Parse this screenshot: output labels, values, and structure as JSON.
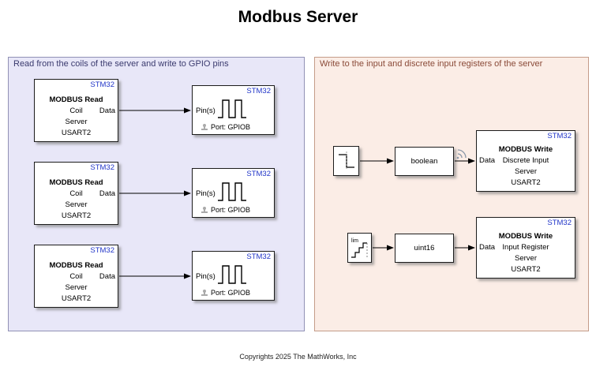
{
  "title": "Modbus Server",
  "copyright": "Copyrights 2025 The MathWorks, Inc",
  "regions": {
    "left": {
      "label": "Read from the coils of the server and write to GPIO pins"
    },
    "right": {
      "label": "Write to the input and discrete input registers of the server"
    }
  },
  "blocks": {
    "modbus_read": {
      "chip": "STM32",
      "title": "MODBUS Read",
      "input_port": "Coil",
      "output_port": "Data",
      "lines": {
        "server": "Server",
        "uart": "USART2"
      }
    },
    "gpio_write": {
      "chip": "STM32",
      "input_port": "Pin(s)",
      "port_text": "Port: GPIOB"
    },
    "boolean_cast": {
      "label": "boolean"
    },
    "uint16_cast": {
      "label": "uint16"
    },
    "modbus_write_discrete": {
      "chip": "STM32",
      "title": "MODBUS Write",
      "input_port": "Data",
      "register": "Discrete Input",
      "lines": {
        "server": "Server",
        "uart": "USART2"
      }
    },
    "modbus_write_input": {
      "chip": "STM32",
      "title": "MODBUS Write",
      "input_port": "Data",
      "register": "Input Register",
      "lines": {
        "server": "Server",
        "uart": "USART2"
      }
    },
    "limit_source": {
      "label": "lim"
    }
  },
  "icons": {
    "pulse_waveform": "pulse-waveform-icon",
    "stamp": "stamp-icon",
    "wireless": "wireless-icon",
    "step_waveform": "step-waveform-icon",
    "staircase_waveform": "staircase-waveform-icon"
  },
  "colors": {
    "chip_text": "#2135C8",
    "left_region_bg": "#E8E7F8",
    "right_region_bg": "#FBEDE6",
    "left_label_text": "#3A3A6E",
    "right_label_text": "#8A4A38",
    "wire": "#000000"
  }
}
